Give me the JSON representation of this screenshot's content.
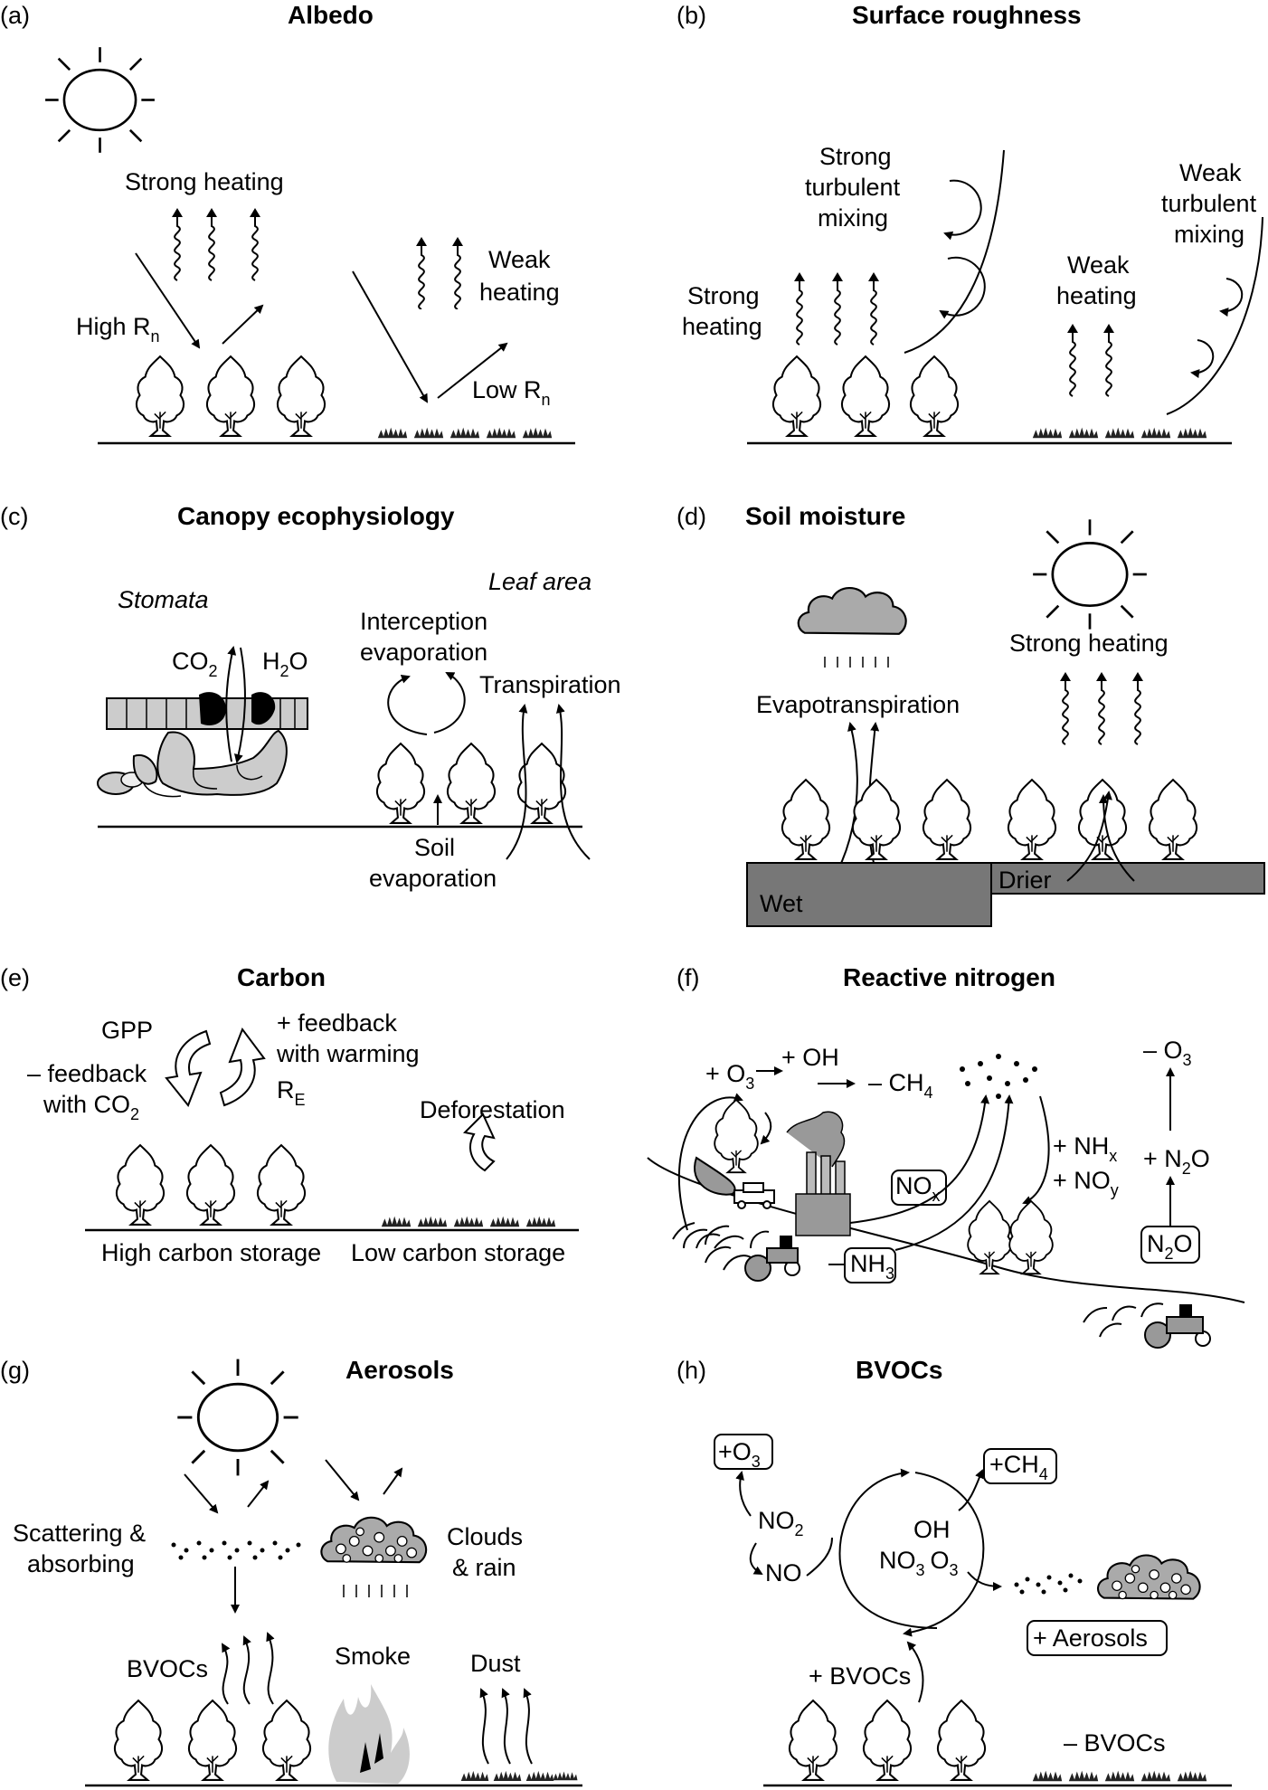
{
  "panels": {
    "a": {
      "letter": "(a)",
      "title": "Albedo",
      "strong_heating": "Strong heating",
      "high_rn": "High R",
      "rn_sub": "n",
      "weak1": "Weak",
      "weak2": "heating",
      "low_rn": "Low R"
    },
    "b": {
      "letter": "(b)",
      "title": "Surface roughness",
      "stm1": "Strong",
      "stm2": "turbulent",
      "stm3": "mixing",
      "sh1": "Strong",
      "sh2": "heating",
      "wh1": "Weak",
      "wh2": "heating",
      "wtm1": "Weak",
      "wtm2": "turbulent",
      "wtm3": "mixing"
    },
    "c": {
      "letter": "(c)",
      "title": "Canopy ecophysiology",
      "stomata": "Stomata",
      "leaf_area": "Leaf area",
      "co2": "CO",
      "h2o": "H",
      "h2o_b": "O",
      "two": "2",
      "ie1": "Interception",
      "ie2": "evaporation",
      "transpiration": "Transpiration",
      "se1": "Soil",
      "se2": "evaporation"
    },
    "d": {
      "letter": "(d)",
      "title": "Soil moisture",
      "evapotranspiration": "Evapotranspiration",
      "strong_heating": "Strong heating",
      "wet": "Wet",
      "drier": "Drier"
    },
    "e": {
      "letter": "(e)",
      "title": "Carbon",
      "gpp": "GPP",
      "nf1": "– feedback",
      "nf2": "with CO",
      "pf1": "+ feedback",
      "pf2": "with warming",
      "re": "R",
      "re_sub": "E",
      "deforestation": "Deforestation",
      "high_cs": "High carbon storage",
      "low_cs": "Low carbon storage"
    },
    "f": {
      "letter": "(f)",
      "title": "Reactive nitrogen",
      "o3": "+ O",
      "oh": "+ OH",
      "ch4": "– CH",
      "nox": "NO",
      "nox_sub": "x",
      "nh3": "NH",
      "nh3_sub": "3",
      "nhx": "+ NH",
      "noy": "+ NO",
      "noy_sub": "y",
      "mo3": "– O",
      "n2o": "+ N",
      "n2o_b": "O",
      "n2o_box": "N",
      "sub3": "3",
      "sub4": "4",
      "sub2": "2",
      "subx": "x"
    },
    "g": {
      "letter": "(g)",
      "title": "Aerosols",
      "sa1": "Scattering &",
      "sa2": "absorbing",
      "cr1": "Clouds",
      "cr2": "& rain",
      "bvocs": "BVOCs",
      "smoke": "Smoke",
      "dust": "Dust"
    },
    "h": {
      "letter": "(h)",
      "title": "BVOCs",
      "po3": "+O",
      "no2": "NO",
      "no": "NO",
      "oh": "OH",
      "no3": "NO",
      "o3": "O",
      "pch4": "+CH",
      "aerosols": "+ Aerosols",
      "pbvocs": "+ BVOCs",
      "mbvocs": "– BVOCs"
    }
  }
}
